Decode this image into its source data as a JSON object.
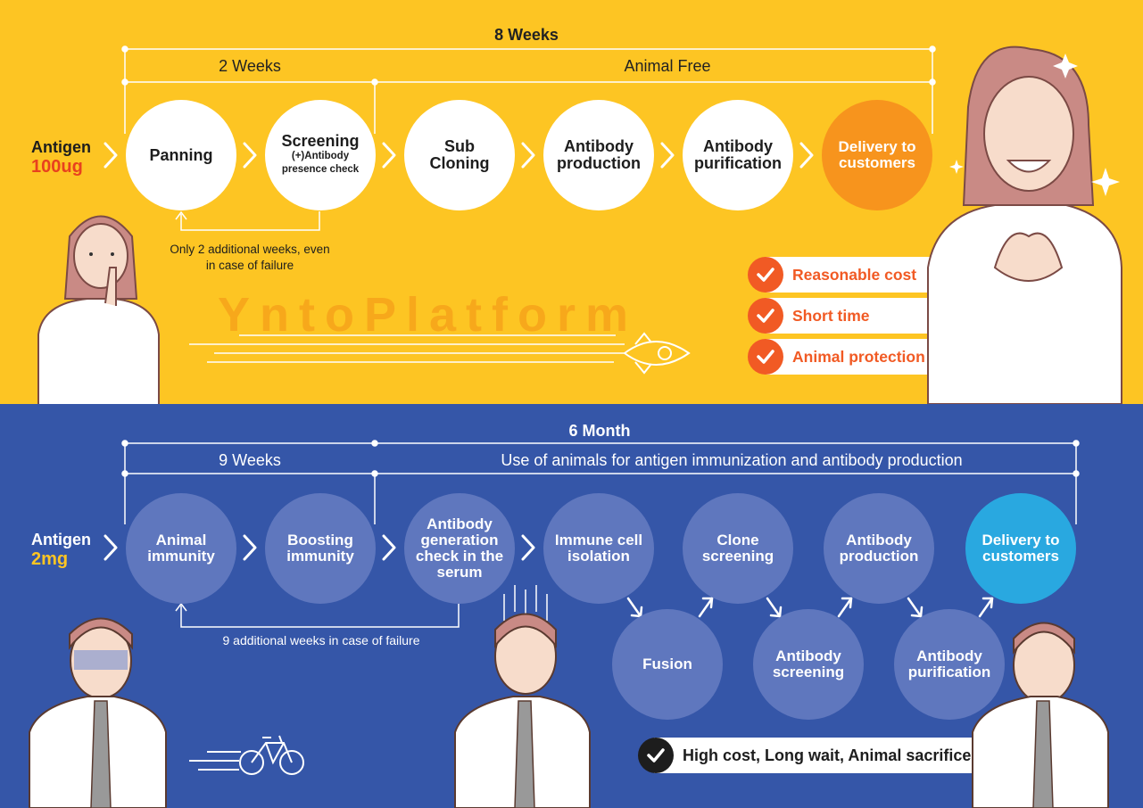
{
  "top": {
    "total_label": "8 Weeks",
    "phase1_label": "2 Weeks",
    "phase2_label": "Animal Free",
    "antigen_label": "Antigen",
    "antigen_amount": "100ug",
    "steps": [
      {
        "label": "Panning"
      },
      {
        "label": "Screening",
        "sub": "(+)Antibody presence check"
      },
      {
        "label": "Sub Cloning"
      },
      {
        "label": "Antibody production"
      },
      {
        "label": "Antibody purification"
      },
      {
        "label": "Delivery to customers"
      }
    ],
    "loop_note": "Only 2 additional weeks, even in case of failure",
    "platform_name": "YntoPlatform",
    "benefits": [
      "Reasonable cost",
      "Short time",
      "Animal protection"
    ],
    "colors": {
      "background": "#FDC523",
      "accent": "#F15A24",
      "delivery": "#F7941D"
    }
  },
  "bottom": {
    "total_label": "6 Month",
    "phase1_label": "9 Weeks",
    "phase2_label": "Use of animals for antigen immunization and antibody production",
    "antigen_label": "Antigen",
    "antigen_amount": "2mg",
    "steps": [
      {
        "label": "Animal immunity"
      },
      {
        "label": "Boosting immunity"
      },
      {
        "label": "Antibody generation check in the serum"
      },
      {
        "label": "Immune cell isolation"
      },
      {
        "label": "Clone screening"
      },
      {
        "label": "Antibody production"
      },
      {
        "label": "Delivery to customers"
      },
      {
        "label": "Fusion"
      },
      {
        "label": "Antibody screening"
      },
      {
        "label": "Antibody purification"
      }
    ],
    "loop_note": "9 additional weeks in case of failure",
    "drawback": "High cost, Long wait, Animal sacrifice",
    "colors": {
      "background": "#3556A8",
      "step": "#5F77BE",
      "delivery": "#29A8E0",
      "amount": "#FDC523"
    }
  }
}
